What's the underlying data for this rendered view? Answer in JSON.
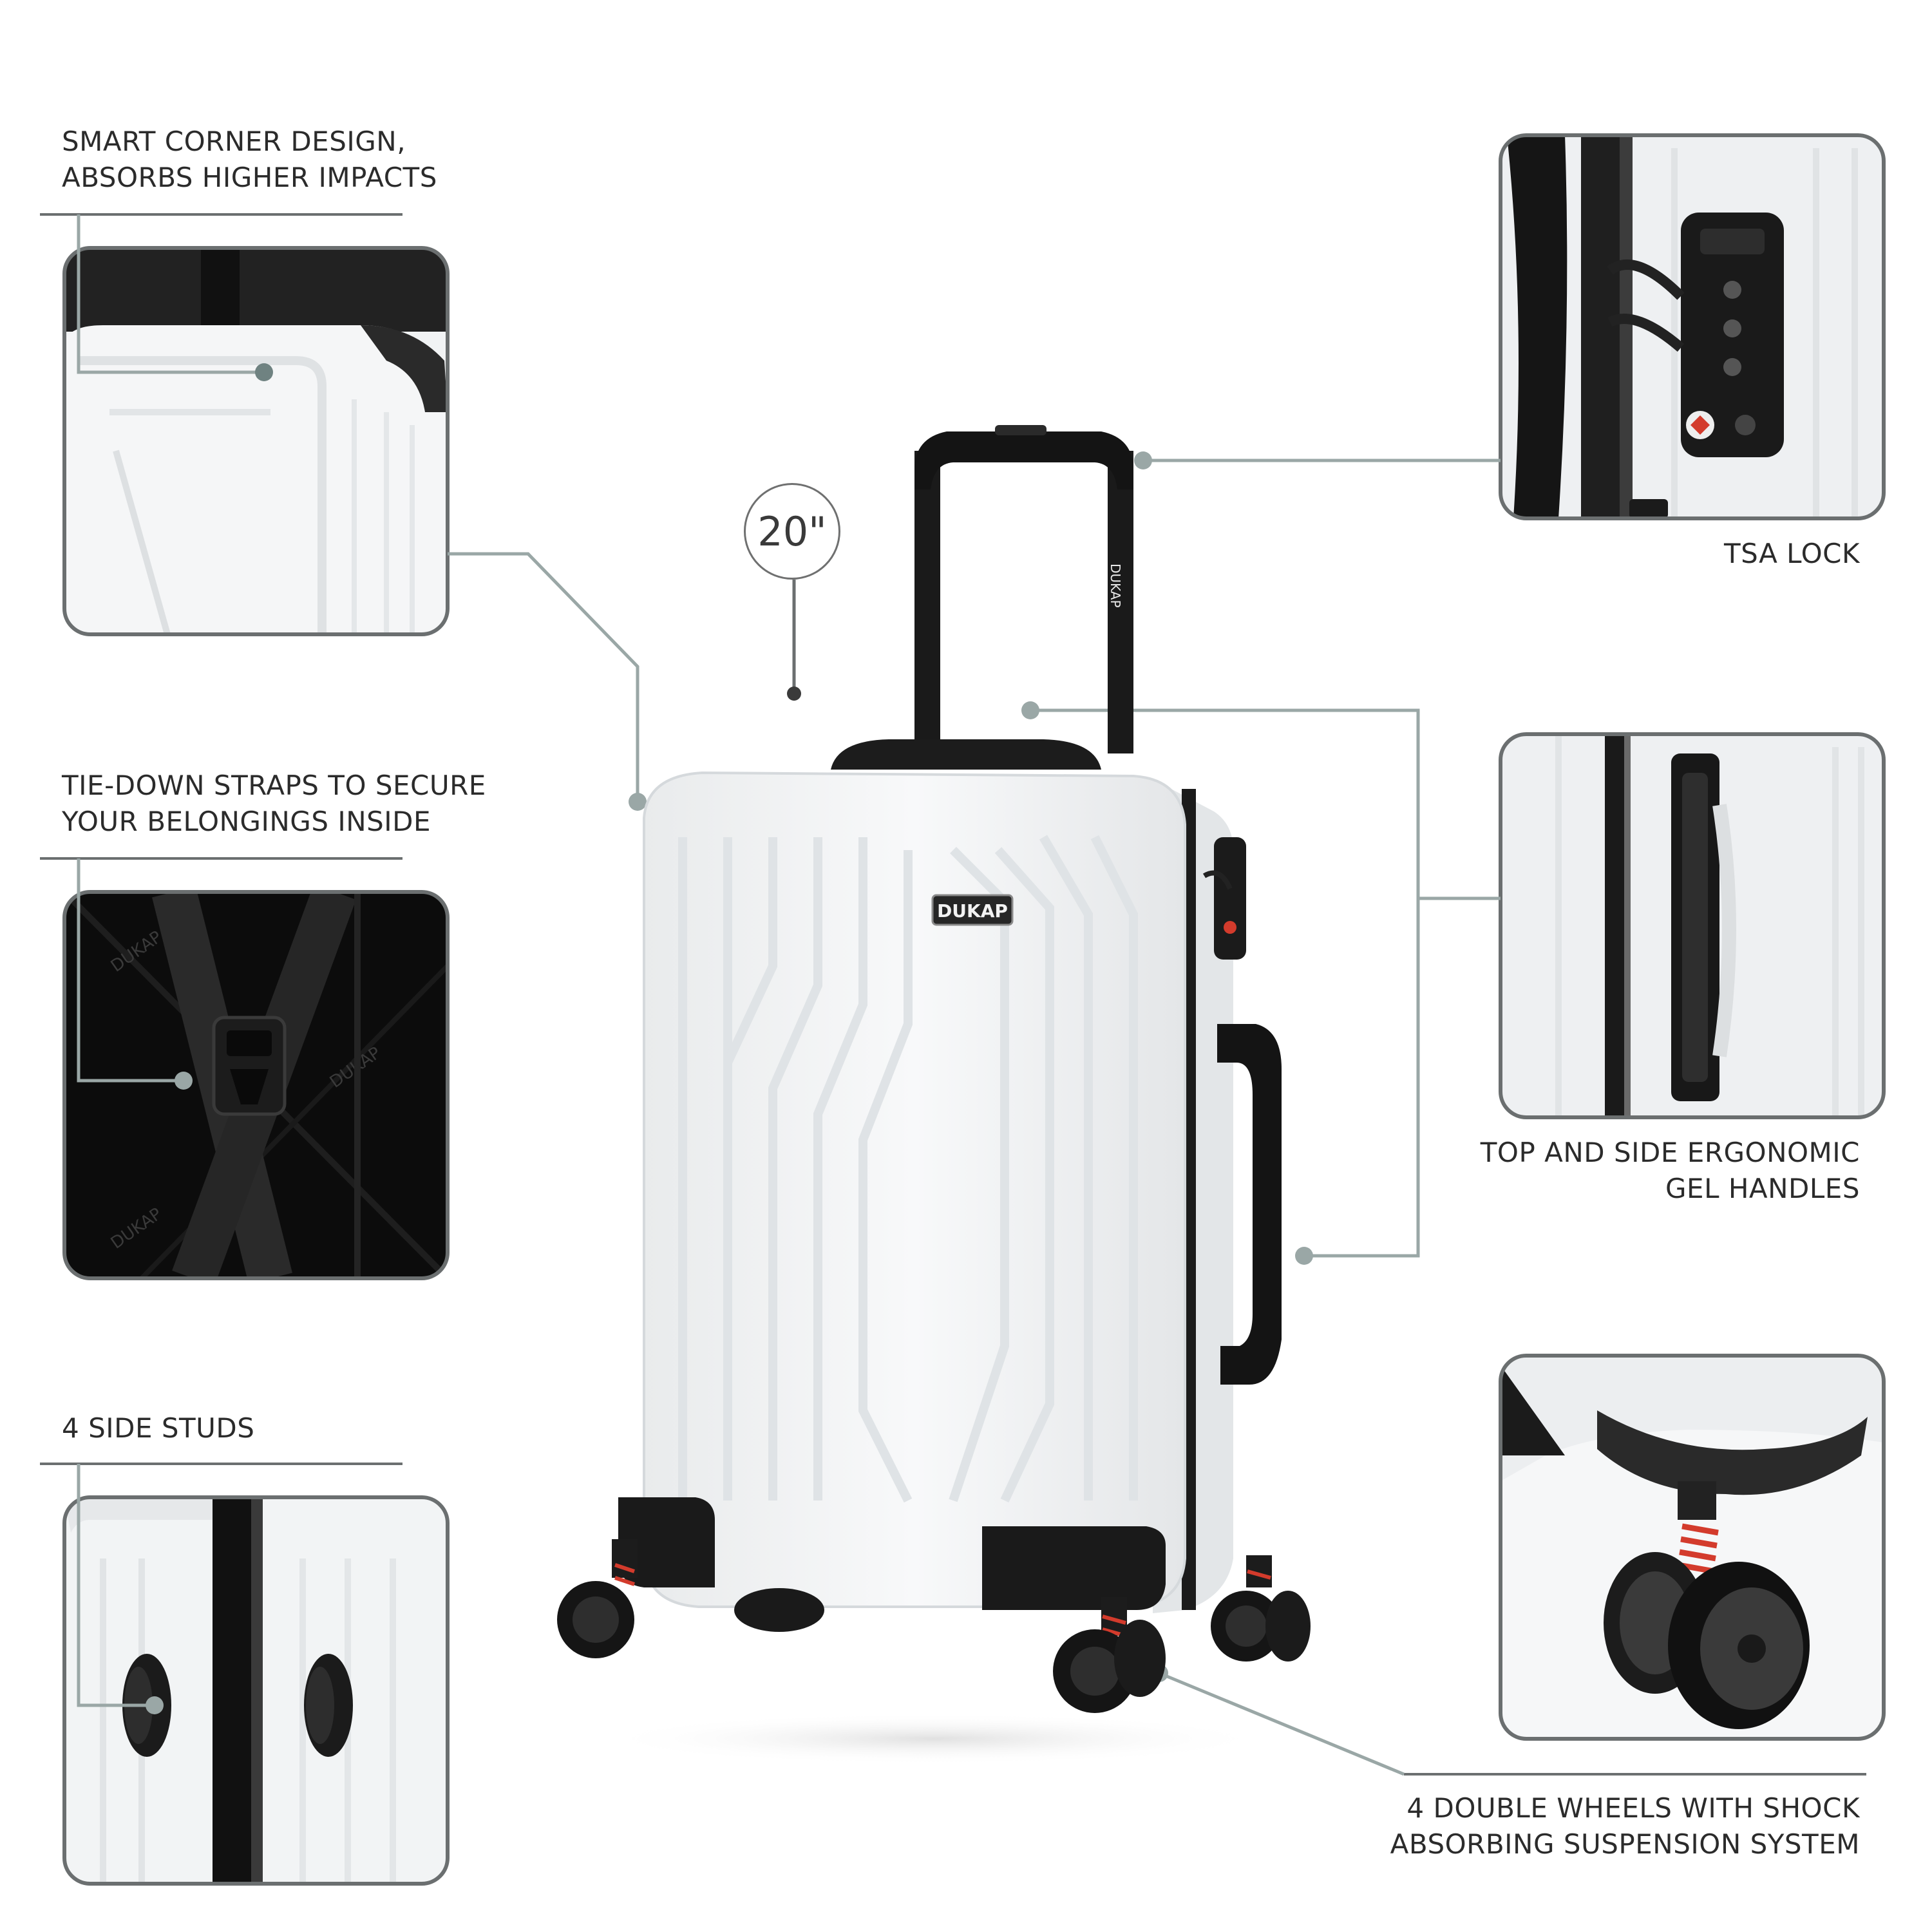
{
  "features": {
    "corner": {
      "line1": "SMART CORNER DESIGN,",
      "line2": "ABSORBS HIGHER IMPACTS"
    },
    "straps": {
      "line1": "TIE-DOWN STRAPS TO SECURE",
      "line2": "YOUR BELONGINGS INSIDE"
    },
    "studs": {
      "line1": "4 SIDE STUDS"
    },
    "tsa": {
      "line1": "TSA LOCK"
    },
    "handles": {
      "line1": "TOP AND SIDE ERGONOMIC",
      "line2": "GEL HANDLES"
    },
    "wheels": {
      "line1": "4 DOUBLE WHEELS WITH SHOCK",
      "line2": "ABSORBING SUSPENSION SYSTEM"
    }
  },
  "product": {
    "size_label": "20\"",
    "brand": "DUKAP",
    "handle_brand": "DUKAP"
  },
  "colors": {
    "callout_line": "#9aa7a6",
    "frame_border": "#6b6f70",
    "shell": "#f3f4f5",
    "hardware": "#1b1b1b",
    "spring": "#d33b2c"
  }
}
